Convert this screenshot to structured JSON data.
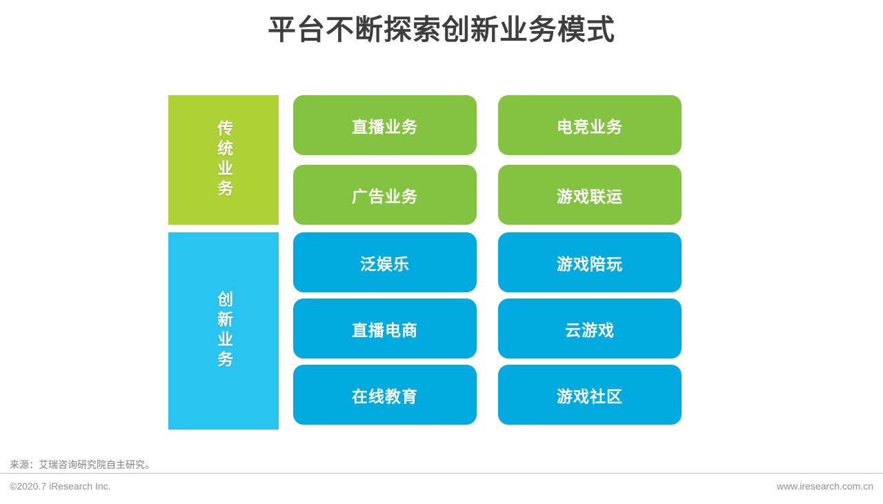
{
  "slide": {
    "title": "平台不断探索创新业务模式",
    "background_color": "#ffffff",
    "title_color": "#3e3e3e"
  },
  "matrix": {
    "categories": [
      {
        "label": "传统业务",
        "color": "#aed136",
        "cards": [
          {
            "label": "直播业务",
            "color": "#84c341"
          },
          {
            "label": "电竞业务",
            "color": "#84c341"
          },
          {
            "label": "广告业务",
            "color": "#84c341"
          },
          {
            "label": "游戏联运",
            "color": "#84c341"
          }
        ]
      },
      {
        "label": "创新业务",
        "color": "#29c5f0",
        "cards": [
          {
            "label": "泛娱乐",
            "color": "#00aade"
          },
          {
            "label": "游戏陪玩",
            "color": "#00aade"
          },
          {
            "label": "直播电商",
            "color": "#00aade"
          },
          {
            "label": "云游戏",
            "color": "#00aade"
          },
          {
            "label": "在线教育",
            "color": "#00aade"
          },
          {
            "label": "游戏社区",
            "color": "#00aade"
          }
        ]
      }
    ]
  },
  "footer": {
    "source": "来源：艾瑞咨询研究院自主研究。",
    "copyright": "©2020.7 iResearch Inc.",
    "website": "www.iresearch.com.cn"
  }
}
